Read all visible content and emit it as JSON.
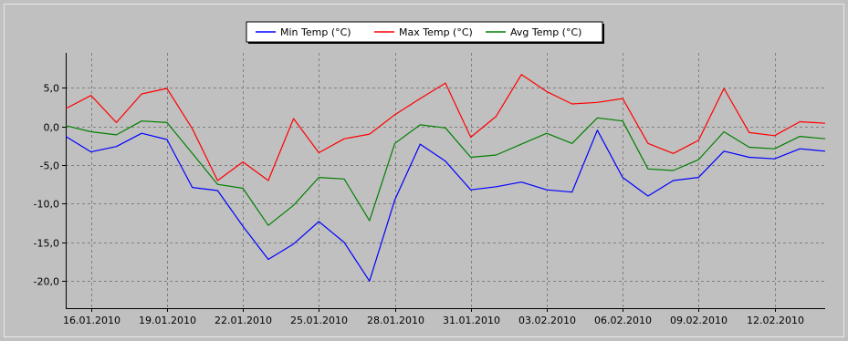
{
  "chart_data": {
    "type": "line",
    "x": [
      "15.01.2010",
      "16.01.2010",
      "17.01.2010",
      "18.01.2010",
      "19.01.2010",
      "20.01.2010",
      "21.01.2010",
      "22.01.2010",
      "23.01.2010",
      "24.01.2010",
      "25.01.2010",
      "26.01.2010",
      "27.01.2010",
      "28.01.2010",
      "29.01.2010",
      "30.01.2010",
      "31.01.2010",
      "01.02.2010",
      "02.02.2010",
      "03.02.2010",
      "04.02.2010",
      "05.02.2010",
      "06.02.2010",
      "07.02.2010",
      "08.02.2010",
      "09.02.2010",
      "10.02.2010",
      "11.02.2010",
      "12.02.2010",
      "13.02.2010",
      "14.02.2010"
    ],
    "x_tick_labels": [
      "16.01.2010",
      "19.01.2010",
      "22.01.2010",
      "25.01.2010",
      "28.01.2010",
      "31.01.2010",
      "03.02.2010",
      "06.02.2010",
      "09.02.2010",
      "12.02.2010"
    ],
    "y_tick_labels": [
      "5,0",
      "0,0",
      "-5,0",
      "-10,0",
      "-15,0",
      "-20,0"
    ],
    "y_ticks": [
      5,
      0,
      -5,
      -10,
      -15,
      -20
    ],
    "ylim": [
      -23.5,
      9.5
    ],
    "grid": true,
    "legend_position": "top",
    "series": [
      {
        "name": "Min Temp (°C)",
        "color": "#0000ff",
        "values": [
          -1.3,
          -3.3,
          -2.6,
          -0.9,
          -1.7,
          -7.9,
          -8.3,
          -12.9,
          -17.2,
          -15.2,
          -12.3,
          -15.0,
          -20.0,
          -9.5,
          -2.3,
          -4.5,
          -8.2,
          -7.8,
          -7.2,
          -8.2,
          -8.5,
          -0.5,
          -6.6,
          -9.0,
          -7.0,
          -6.6,
          -3.2,
          -4.0,
          -4.2,
          -2.9,
          -3.2
        ]
      },
      {
        "name": "Max Temp (°C)",
        "color": "#ff0000",
        "values": [
          2.3,
          4.0,
          0.5,
          4.2,
          4.9,
          -0.3,
          -7.0,
          -4.6,
          -7.0,
          1.0,
          -3.4,
          -1.6,
          -1.0,
          1.5,
          3.6,
          5.6,
          -1.4,
          1.3,
          6.7,
          4.5,
          2.9,
          3.1,
          3.6,
          -2.2,
          -3.5,
          -1.8,
          4.9,
          -0.8,
          -1.2,
          0.6,
          0.4
        ]
      },
      {
        "name": "Avg Temp (°C)",
        "color": "#008000",
        "values": [
          0.1,
          -0.7,
          -1.1,
          0.7,
          0.5,
          -3.5,
          -7.5,
          -8.0,
          -12.8,
          -10.2,
          -6.6,
          -6.8,
          -12.2,
          -2.2,
          0.2,
          -0.2,
          -4.0,
          -3.7,
          -2.3,
          -0.9,
          -2.2,
          1.1,
          0.7,
          -5.5,
          -5.7,
          -4.3,
          -0.7,
          -2.7,
          -2.9,
          -1.3,
          -1.6
        ]
      }
    ]
  }
}
